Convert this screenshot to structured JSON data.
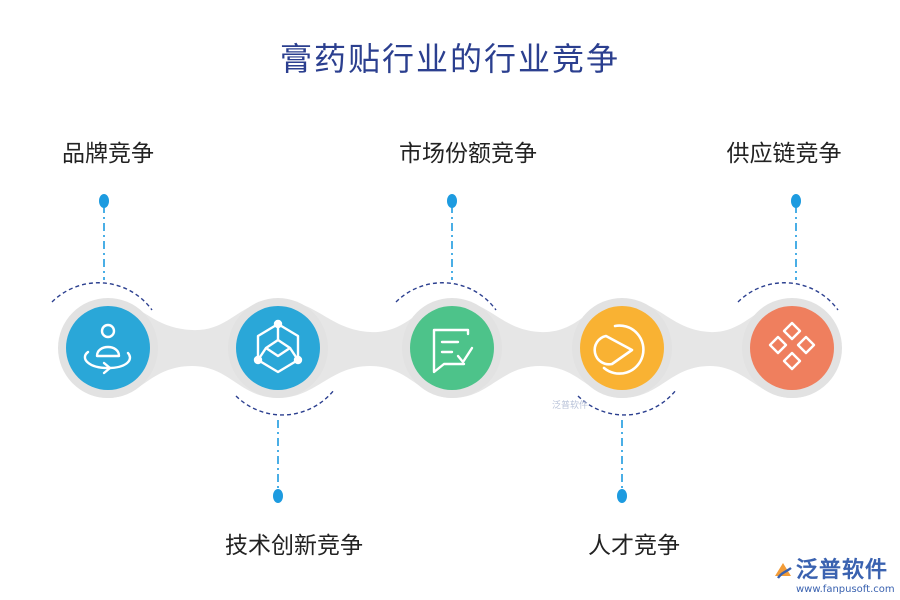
{
  "title": "膏药贴行业的行业竞争",
  "items": [
    {
      "label": "品牌竞争",
      "position": "top",
      "color": "#2aa7d8",
      "icon": "person-rotate-icon"
    },
    {
      "label": "技术创新竞争",
      "position": "bottom",
      "color": "#2aa7d8",
      "icon": "network-cube-icon"
    },
    {
      "label": "市场份额竞争",
      "position": "top",
      "color": "#4dc38a",
      "icon": "chat-check-icon"
    },
    {
      "label": "人才竞争",
      "position": "bottom",
      "color": "#f9b233",
      "icon": "pie-arc-icon"
    },
    {
      "label": "供应链竞争",
      "position": "top",
      "color": "#ef7f5e",
      "icon": "diamonds-icon"
    }
  ],
  "watermark": {
    "brand": "泛普软件",
    "url": "www.fanpusoft.com"
  },
  "center_watermark": "泛普软件"
}
